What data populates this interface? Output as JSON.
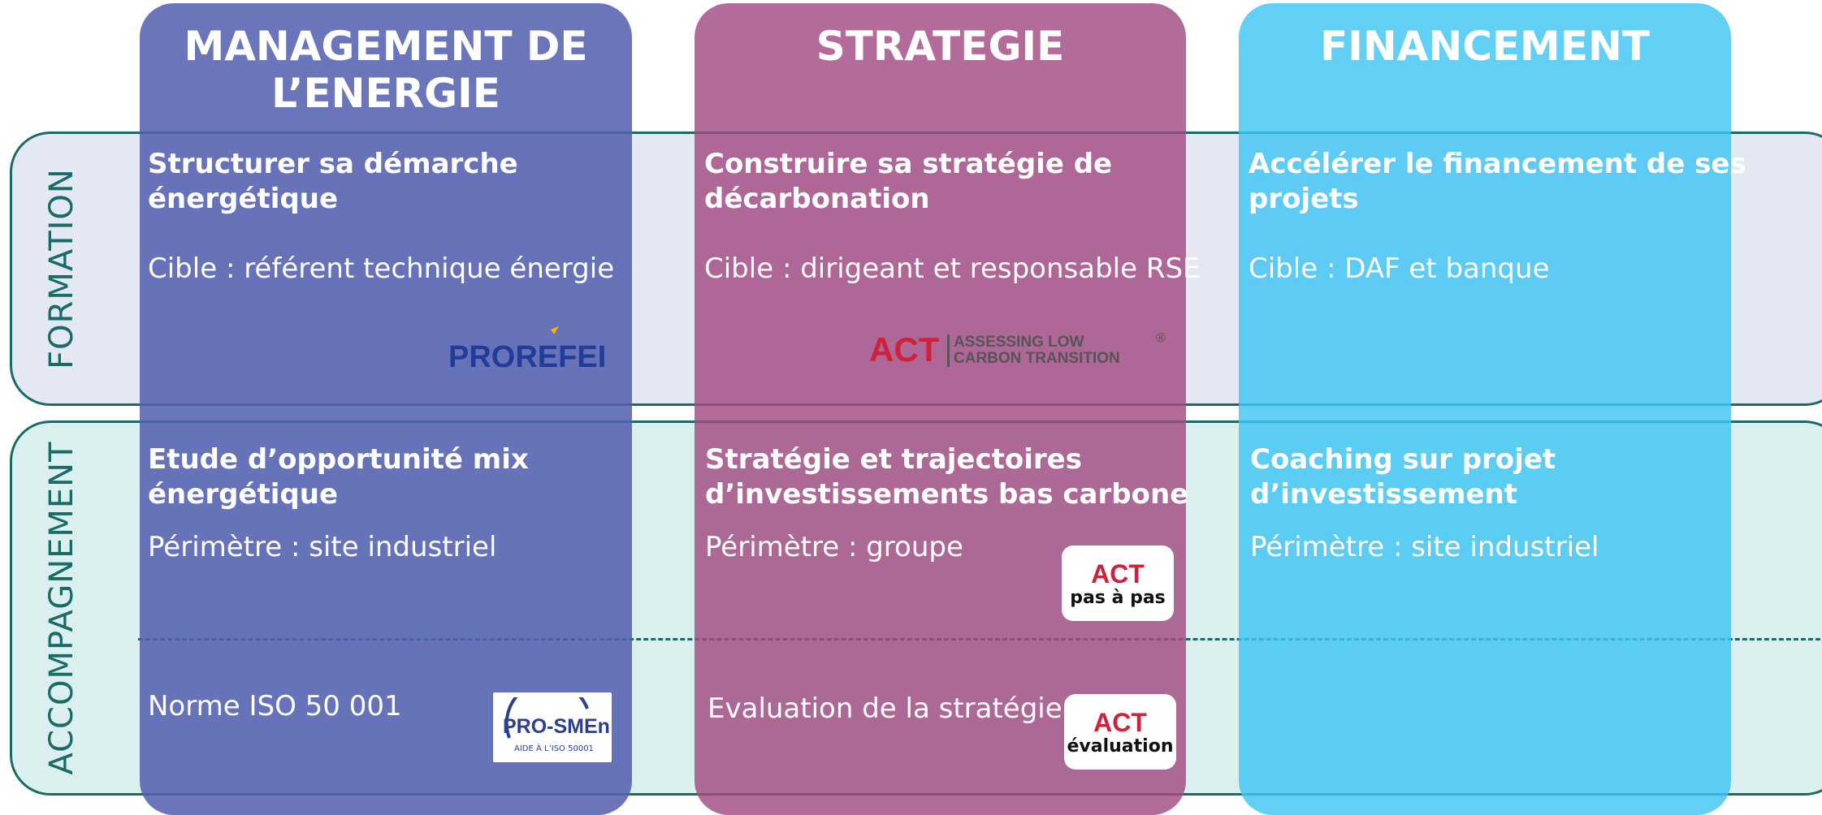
{
  "rows": {
    "formation": "FORMATION",
    "accompagnement": "ACCOMPAGNEMENT"
  },
  "columns": {
    "energie": {
      "title_line1": "MANAGEMENT DE",
      "title_line2": "L’ENERGIE",
      "formation_heading_line1": "Structurer sa démarche",
      "formation_heading_line2": "énergétique",
      "formation_target": "Cible : référent technique énergie",
      "formation_logo": "PROREFEI",
      "accomp_heading_line1": "Etude d’opportunité mix",
      "accomp_heading_line2": "énergétique",
      "accomp_scope": "Périmètre : site industriel",
      "norm_text": "Norme ISO 50 001",
      "norm_logo_main": "PRO-SMEn",
      "norm_logo_sub": "AIDE À L’ISO 50001"
    },
    "strategie": {
      "title": "STRATEGIE",
      "formation_heading_line1": "Construire sa stratégie de",
      "formation_heading_line2": "décarbonation",
      "formation_target": "Cible : dirigeant et responsable RSE",
      "formation_logo_act": "ACT",
      "formation_logo_line1": "ASSESSING LOW",
      "formation_logo_line2": "CARBON TRANSITION",
      "formation_logo_reg": "®",
      "accomp_heading_line1": "Stratégie et trajectoires",
      "accomp_heading_line2": "d’investissements bas carbone",
      "accomp_scope": "Périmètre : groupe",
      "badge1_act": "ACT",
      "badge1_sub": "pas à pas",
      "eval_text": "Evaluation de la stratégie",
      "badge2_act": "ACT",
      "badge2_sub": "évaluation"
    },
    "finance": {
      "title": "FINANCEMENT",
      "formation_heading_line1": "Accélérer le financement de ses",
      "formation_heading_line2": "projets",
      "formation_target": "Cible : DAF et banque",
      "accomp_heading_line1": "Coaching sur projet",
      "accomp_heading_line2": "d’investissement",
      "accomp_scope": "Périmètre : site industriel"
    }
  },
  "colors": {
    "energie": "#5460b0",
    "strategie": "#a24b83",
    "finance": "#40c4f3",
    "band_border": "#1a6b68",
    "formation_band": "#e3e8f2",
    "accompagnement_band": "#dbf0ee",
    "act_red": "#d0203a",
    "prorefei_blue": "#1f3d99",
    "prorefei_accent": "#f2b705"
  }
}
